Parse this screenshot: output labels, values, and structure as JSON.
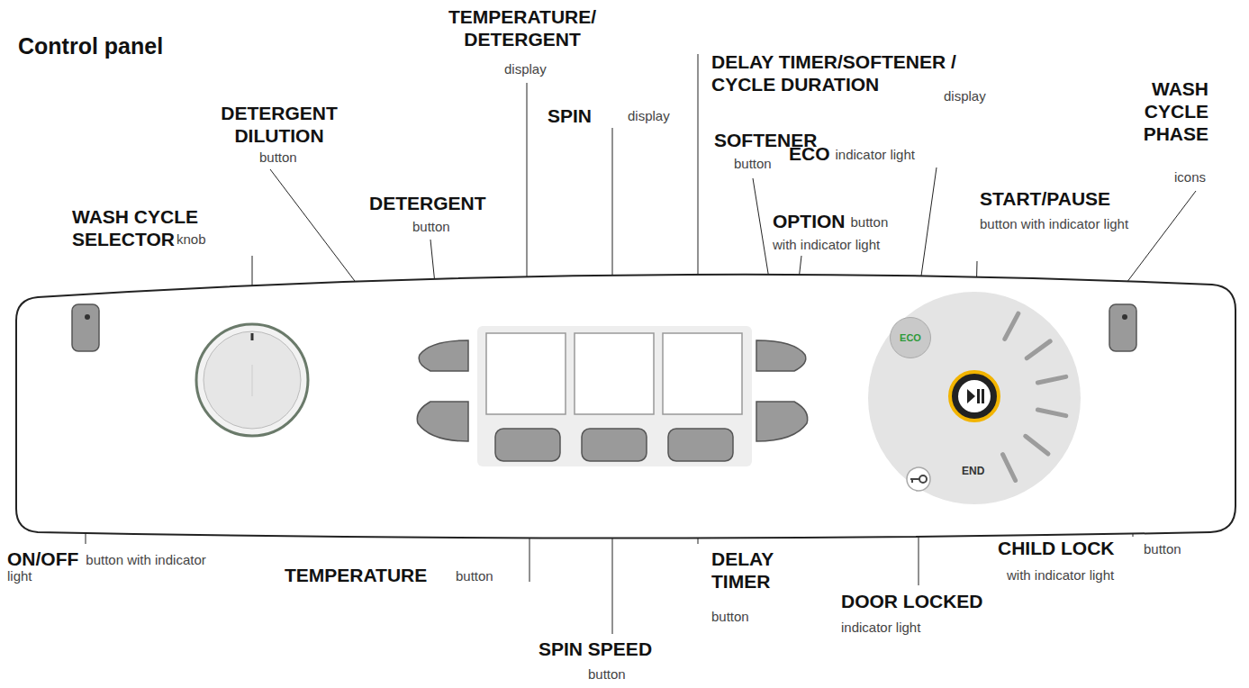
{
  "diagram": {
    "nodes": [
      {
        "text": [
          "END"
        ]
      },
      {
        "text": [
          "ECO"
        ],
        "in": 0
      }
    ],
    "labels": [
      "Control panel",
      "TEMPERATURE/ DETERGENT",
      "display",
      "SPIN",
      "display",
      "DELAY TIMER/SOFTENER / CYCLE DURATION",
      "display",
      "DETERGENT DILUTION",
      "button",
      "WASH CYCLE SELECTOR",
      "knob",
      "DETERGENT",
      "button",
      "SOFTENER",
      "button",
      "ECO",
      "indicator light",
      "OPTION",
      "button",
      "with indicator light",
      "START/PAUSE",
      "button with indicator light",
      "WASH CYCLE PHASE",
      "icons",
      "ON/OFF",
      "button with indicator light",
      "TEMPERATURE",
      "button",
      "DELAY TIMER",
      "button",
      "SPIN SPEED",
      "button",
      "DOOR LOCKED",
      "indicator light",
      "CHILD LOCK",
      "button",
      "with indicator light"
    ]
  }
}
